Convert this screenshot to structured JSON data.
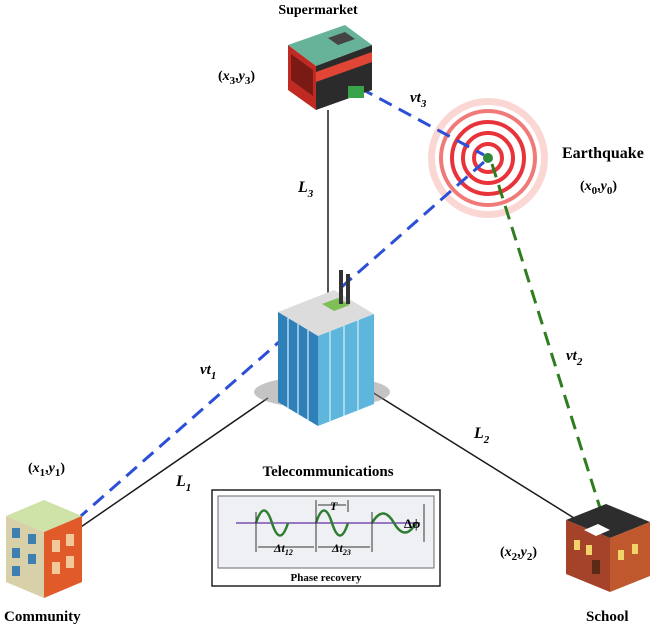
{
  "labels": {
    "supermarket": "Supermarket",
    "earthquake": "Earthquake",
    "telecom": "Telecommunications",
    "community": "Community",
    "school": "School"
  },
  "coords": {
    "p3": {
      "x": "x",
      "xs": "3",
      "y": "y",
      "ys": "3"
    },
    "p0": {
      "x": "x",
      "xs": "0",
      "y": "y",
      "ys": "0"
    },
    "p1": {
      "x": "x",
      "xs": "1",
      "y": "y",
      "ys": "1"
    },
    "p2": {
      "x": "x",
      "xs": "2",
      "y": "y",
      "ys": "2"
    }
  },
  "distances": {
    "L3": {
      "base": "L",
      "sub": "3"
    },
    "L1": {
      "base": "L",
      "sub": "1"
    },
    "L2": {
      "base": "L",
      "sub": "2"
    }
  },
  "velocities": {
    "vt3": {
      "base": "vt",
      "sub": "3"
    },
    "vt1": {
      "base": "vt",
      "sub": "1"
    },
    "vt2": {
      "base": "vt",
      "sub": "2"
    }
  },
  "inset": {
    "title": "Phase recovery",
    "period": "T",
    "dt12": {
      "base": "Δt",
      "sub": "12"
    },
    "dt23": {
      "base": "Δt",
      "sub": "23"
    },
    "dphi": "Δϕ"
  },
  "colors": {
    "blue_path": "#2b4fd6",
    "green_path": "#2e7d1e",
    "ring_red": "#e8333a",
    "line": "#1a1a1a"
  }
}
